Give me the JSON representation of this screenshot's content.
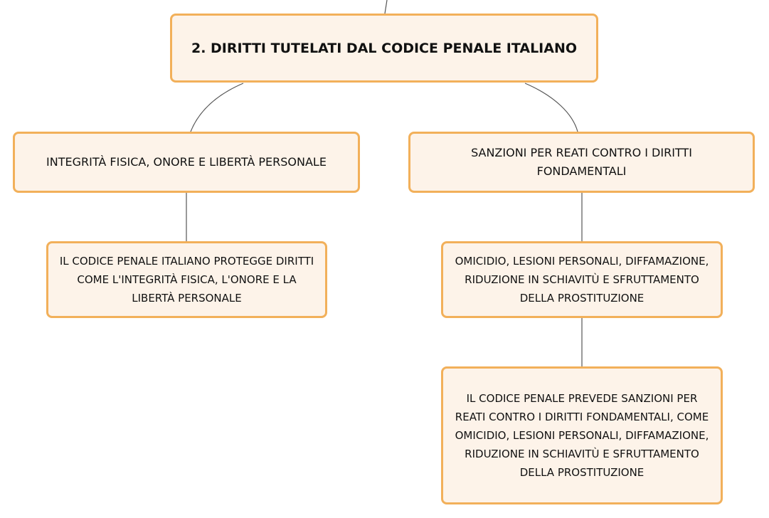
{
  "nodes": {
    "root": "2. DIRITTI TUTELATI DAL CODICE PENALE ITALIANO",
    "left": "INTEGRITÀ FISICA, ONORE E LIBERTÀ PERSONALE",
    "right": "SANZIONI PER REATI CONTRO I DIRITTI FONDAMENTALI",
    "left_child": "IL CODICE PENALE ITALIANO PROTEGGE DIRITTI COME L'INTEGRITÀ FISICA, L'ONORE E LA LIBERTÀ PERSONALE",
    "right_child": "OMICIDIO, LESIONI PERSONALI, DIFFAMAZIONE, RIDUZIONE IN SCHIAVITÙ E SFRUTTAMENTO DELLA PROSTITUZIONE",
    "right_grandchild": "IL CODICE PENALE PREVEDE SANZIONI PER REATI CONTRO I DIRITTI FONDAMENTALI, COME OMICIDIO, LESIONI PERSONALI, DIFFAMAZIONE, RIDUZIONE IN SCHIAVITÙ E SFRUTTAMENTO DELLA PROSTITUZIONE"
  },
  "colors": {
    "node_fill": "#fdf3e9",
    "node_border": "#f2b05a",
    "connector": "#555555",
    "text": "#111111"
  }
}
